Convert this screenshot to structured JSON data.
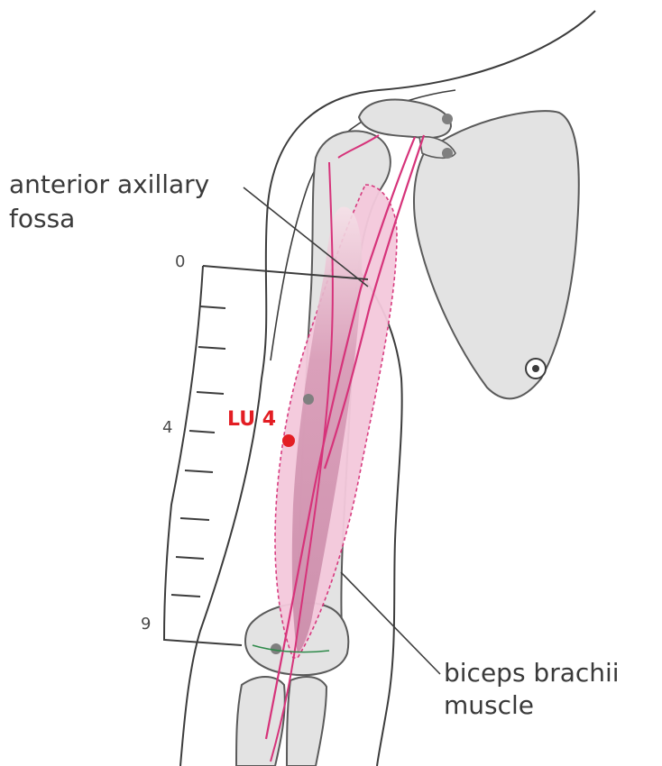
{
  "labels": {
    "axillary_line1": "anterior axillary",
    "axillary_line2": "fossa",
    "biceps_line1": "biceps brachii",
    "biceps_line2": "muscle",
    "point": "LU 4"
  },
  "ruler": {
    "tick_labels": [
      "0",
      "4",
      "9"
    ]
  },
  "colors": {
    "outline": "#3c3c3c",
    "bone_fill": "#e3e3e3",
    "muscle_light": "#f4c9dc",
    "muscle_dark": "#c98aa8",
    "meridian": "#d6337a",
    "point": "#e31e24",
    "landmark_dot": "#7f7f7f"
  },
  "icons": [
    "acupoint-dot",
    "landmark-dot",
    "joint-ring-icon"
  ]
}
